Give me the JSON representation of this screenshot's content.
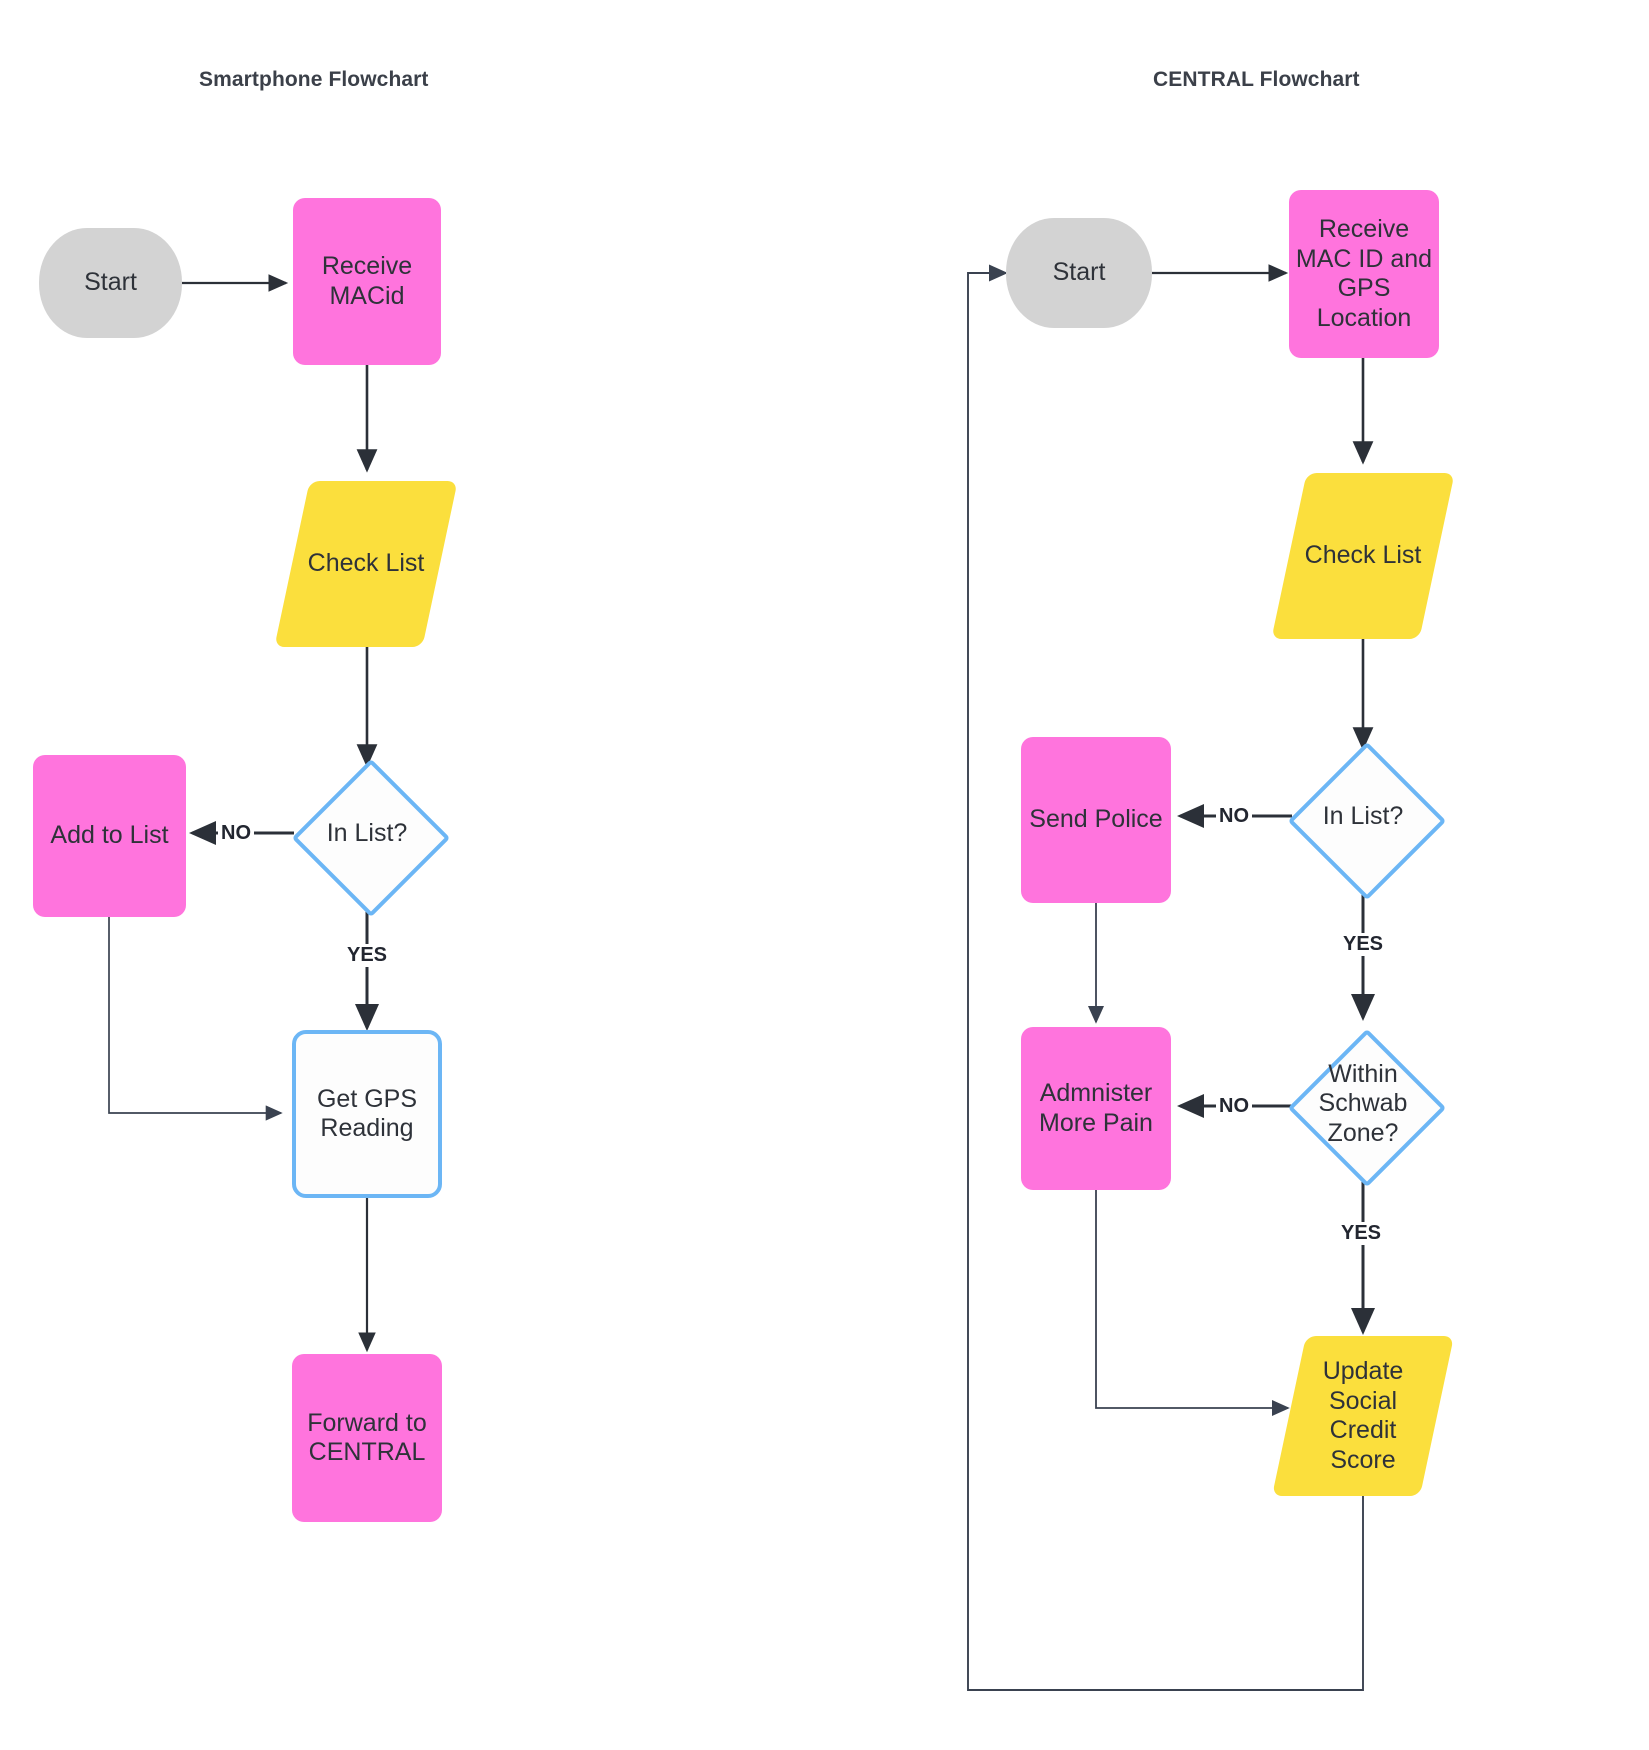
{
  "diagram": {
    "type": "flowchart",
    "background": "#ffffff",
    "palette": {
      "process_pink": "#ff74dd",
      "data_yellow": "#fbdf3d",
      "terminator_gray": "#d3d3d3",
      "decision_border_blue": "#6cb6f5",
      "edge_stroke": "#2b3038",
      "text": "#2e3239",
      "title_text": "#3b4049"
    },
    "panels": [
      {
        "id": "smartphone",
        "title": "Smartphone Flowchart",
        "nodes": [
          {
            "id": "sp-start",
            "label": "Start",
            "shape": "terminator"
          },
          {
            "id": "sp-recv",
            "label": "Receive MACid",
            "shape": "process"
          },
          {
            "id": "sp-check",
            "label": "Check List",
            "shape": "data"
          },
          {
            "id": "sp-inlist",
            "label": "In List?",
            "shape": "decision"
          },
          {
            "id": "sp-add",
            "label": "Add to List",
            "shape": "process"
          },
          {
            "id": "sp-gps",
            "label": "Get GPS Reading",
            "shape": "process-blue"
          },
          {
            "id": "sp-fwd",
            "label": "Forward to CENTRAL",
            "shape": "process"
          }
        ],
        "edges": [
          {
            "from": "sp-start",
            "to": "sp-recv",
            "label": ""
          },
          {
            "from": "sp-recv",
            "to": "sp-check",
            "label": ""
          },
          {
            "from": "sp-check",
            "to": "sp-inlist",
            "label": ""
          },
          {
            "from": "sp-inlist",
            "to": "sp-add",
            "label": "NO"
          },
          {
            "from": "sp-inlist",
            "to": "sp-gps",
            "label": "YES"
          },
          {
            "from": "sp-add",
            "to": "sp-gps",
            "label": ""
          },
          {
            "from": "sp-gps",
            "to": "sp-fwd",
            "label": ""
          }
        ]
      },
      {
        "id": "central",
        "title": "CENTRAL Flowchart",
        "nodes": [
          {
            "id": "ct-start",
            "label": "Start",
            "shape": "terminator"
          },
          {
            "id": "ct-recv",
            "label": "Receive MAC ID and GPS Location",
            "shape": "process"
          },
          {
            "id": "ct-check",
            "label": "Check List",
            "shape": "data"
          },
          {
            "id": "ct-inlist",
            "label": "In List?",
            "shape": "decision"
          },
          {
            "id": "ct-police",
            "label": "Send Police",
            "shape": "process"
          },
          {
            "id": "ct-zone",
            "label": "Within Schwab Zone?",
            "shape": "decision"
          },
          {
            "id": "ct-pain",
            "label": "Admnister More Pain",
            "shape": "process"
          },
          {
            "id": "ct-score",
            "label": "Update Social Credit Score",
            "shape": "data"
          }
        ],
        "edges": [
          {
            "from": "ct-start",
            "to": "ct-recv",
            "label": ""
          },
          {
            "from": "ct-recv",
            "to": "ct-check",
            "label": ""
          },
          {
            "from": "ct-check",
            "to": "ct-inlist",
            "label": ""
          },
          {
            "from": "ct-inlist",
            "to": "ct-police",
            "label": "NO"
          },
          {
            "from": "ct-inlist",
            "to": "ct-zone",
            "label": "YES"
          },
          {
            "from": "ct-police",
            "to": "ct-pain",
            "label": ""
          },
          {
            "from": "ct-zone",
            "to": "ct-pain",
            "label": "NO"
          },
          {
            "from": "ct-zone",
            "to": "ct-score",
            "label": "YES"
          },
          {
            "from": "ct-pain",
            "to": "ct-score",
            "label": ""
          },
          {
            "from": "ct-score",
            "to": "ct-start",
            "label": ""
          }
        ]
      }
    ],
    "edge_labels": {
      "sp_no": "NO",
      "sp_yes": "YES",
      "ct_no_1": "NO",
      "ct_yes_1": "YES",
      "ct_no_2": "NO",
      "ct_yes_2": "YES"
    }
  }
}
